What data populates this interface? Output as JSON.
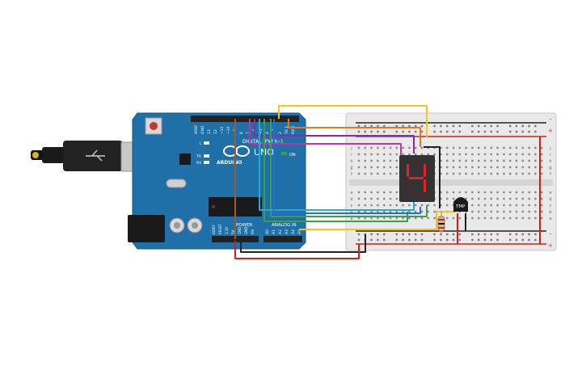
{
  "arduino": {
    "brand": "ARDUINO",
    "model": "UNO",
    "on_label": "ON",
    "digital_label": "DIGITAL (PWM~)",
    "power_label": "POWER",
    "analog_label": "ANALOG IN",
    "led_l": "L",
    "led_tx": "TX",
    "led_rx": "RX",
    "pins_digital": [
      "AREF",
      "GND",
      "13",
      "12",
      "~11",
      "~10",
      "~9",
      "8",
      "7",
      "~6",
      "~5",
      "4",
      "~3",
      "2",
      "TX 1",
      "RX 0"
    ],
    "pins_power": [
      "IOREF",
      "RESET",
      "3.3V",
      "5V",
      "GND",
      "GND",
      "Vin"
    ],
    "pins_analog": [
      "A0",
      "A1",
      "A2",
      "A3",
      "A4",
      "A5"
    ]
  },
  "display": {
    "digit": "4",
    "segment_color": "#e8202a",
    "body_color": "#333333"
  },
  "sensor": {
    "label": "TMP"
  },
  "breadboard": {
    "row_letters_top": [
      "j",
      "i",
      "h",
      "g",
      "f"
    ],
    "row_letters_bottom": [
      "e",
      "d",
      "c",
      "b",
      "a"
    ],
    "plus_label": "+",
    "minus_label": "-"
  },
  "colors": {
    "board": "#1f6fa8",
    "breadboard": "#e8e8e8",
    "wire_yellow": "#f5c518",
    "wire_orange": "#e07b1f",
    "wire_purple": "#8e2aa8",
    "wire_magenta": "#c0389e",
    "wire_green": "#3a9e4a",
    "wire_cyan": "#29a9d8",
    "wire_blue": "#2b6bd6",
    "wire_red": "#d0201a",
    "wire_black": "#222222",
    "wire_brown": "#a05a28"
  }
}
